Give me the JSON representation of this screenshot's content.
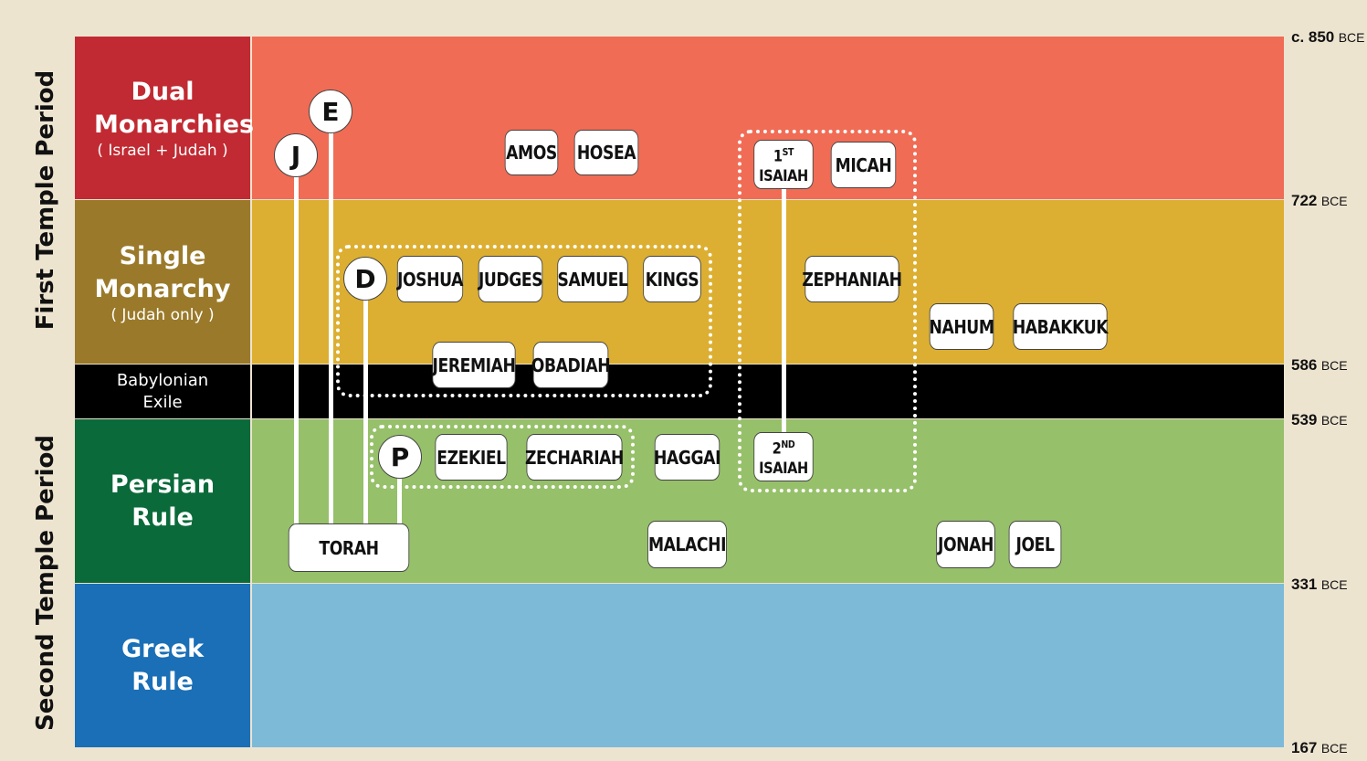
{
  "eras": {
    "first_temple": "First Temple Period",
    "second_temple": "Second Temple Period"
  },
  "periods": [
    {
      "title": "Dual Monarchies",
      "sub": "( Israel + Judah )",
      "color_side": "#c12a32",
      "color_band": "#f06c55"
    },
    {
      "title": "Single Monarchy",
      "sub": "( Judah only )",
      "color_side": "#9a7a2a",
      "color_band": "#dcaf32"
    },
    {
      "title": "Babylonian Exile",
      "sub": "",
      "color_side": "#000000",
      "color_band": "#000000"
    },
    {
      "title": "Persian Rule",
      "sub": "",
      "color_side": "#0a6a3a",
      "color_band": "#96c06a"
    },
    {
      "title": "Greek Rule",
      "sub": "",
      "color_side": "#1a6fb6",
      "color_band": "#7cbad8"
    }
  ],
  "dates": [
    {
      "num": "c. 850",
      "unit": "BCE"
    },
    {
      "num": "722",
      "unit": "BCE"
    },
    {
      "num": "586",
      "unit": "BCE"
    },
    {
      "num": "539",
      "unit": "BCE"
    },
    {
      "num": "331",
      "unit": "BCE"
    },
    {
      "num": "167",
      "unit": "BCE"
    }
  ],
  "sources": {
    "j": "J",
    "e": "E",
    "d": "D",
    "p": "P"
  },
  "books": {
    "amos": "AMOS",
    "hosea": "HOSEA",
    "isaiah1_num": "1",
    "isaiah1_sup": "ST",
    "isaiah1_name": "ISAIAH",
    "micah": "MICAH",
    "joshua": "JOSHUA",
    "judges": "JUDGES",
    "samuel": "SAMUEL",
    "kings": "KINGS",
    "zephaniah": "ZEPHANIAH",
    "nahum": "NAHUM",
    "habakkuk": "HABAKKUK",
    "jeremiah": "JEREMIAH",
    "obadiah": "OBADIAH",
    "ezekiel": "EZEKIEL",
    "zechariah": "ZECHARIAH",
    "haggai": "HAGGAI",
    "isaiah2_num": "2",
    "isaiah2_sup": "ND",
    "isaiah2_name": "ISAIAH",
    "torah": "TORAH",
    "malachi": "MALACHI",
    "jonah": "JONAH",
    "joel": "JOEL"
  }
}
